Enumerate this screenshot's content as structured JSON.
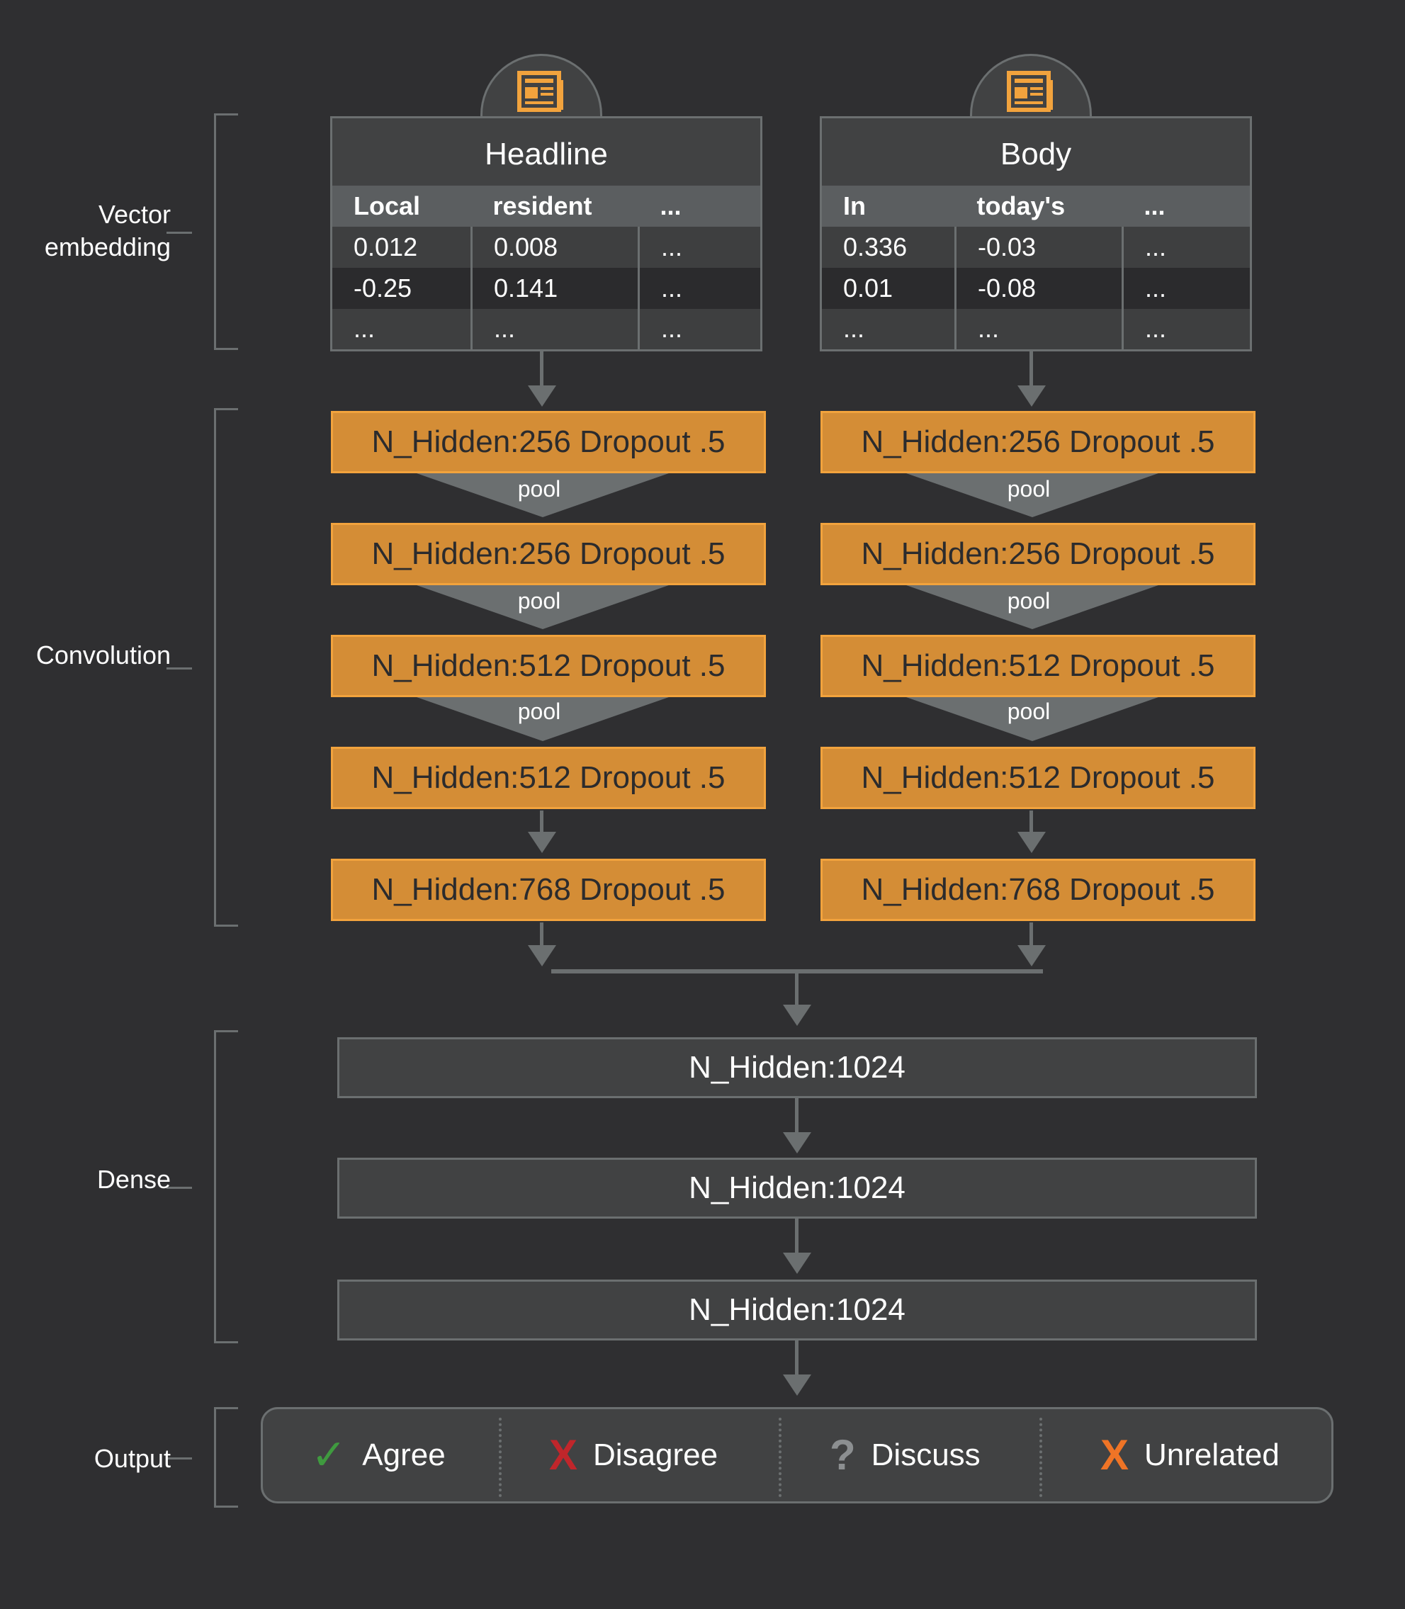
{
  "sections": {
    "vector_embedding": "Vector\nembedding",
    "convolution": "Convolution",
    "dense": "Dense",
    "output": "Output"
  },
  "inputs": [
    {
      "title": "Headline",
      "icon": "newspaper-icon",
      "header": [
        "Local",
        "resident",
        "..."
      ],
      "rows": [
        [
          "0.012",
          "0.008",
          "..."
        ],
        [
          "-0.25",
          "0.141",
          "..."
        ],
        [
          "...",
          "...",
          "..."
        ]
      ]
    },
    {
      "title": "Body",
      "icon": "newspaper-icon",
      "header": [
        "In",
        "today's",
        "..."
      ],
      "rows": [
        [
          "0.336",
          "-0.03",
          "..."
        ],
        [
          "0.01",
          "-0.08",
          "..."
        ],
        [
          "...",
          "...",
          "..."
        ]
      ]
    }
  ],
  "conv_layers": [
    "N_Hidden:256 Dropout .5",
    "N_Hidden:256 Dropout .5",
    "N_Hidden:512 Dropout .5",
    "N_Hidden:512 Dropout .5",
    "N_Hidden:768 Dropout .5"
  ],
  "pool_label": "pool",
  "dense_layers": [
    "N_Hidden:1024",
    "N_Hidden:1024",
    "N_Hidden:1024"
  ],
  "outputs": [
    {
      "label": "Agree",
      "glyph": "✓",
      "color": "#3f9a3f",
      "icon": "check-icon"
    },
    {
      "label": "Disagree",
      "glyph": "X",
      "color": "#c0262b",
      "icon": "x-icon"
    },
    {
      "label": "Discuss",
      "glyph": "?",
      "color": "#8c8f91",
      "icon": "question-icon"
    },
    {
      "label": "Unrelated",
      "glyph": "X",
      "color": "#ef7426",
      "icon": "x-icon"
    }
  ],
  "colors": {
    "background": "#2f2f31",
    "conv_fill": "#d48d36",
    "conv_border": "#f2a33d",
    "line": "#6b6f70",
    "icon": "#f2a33d"
  }
}
